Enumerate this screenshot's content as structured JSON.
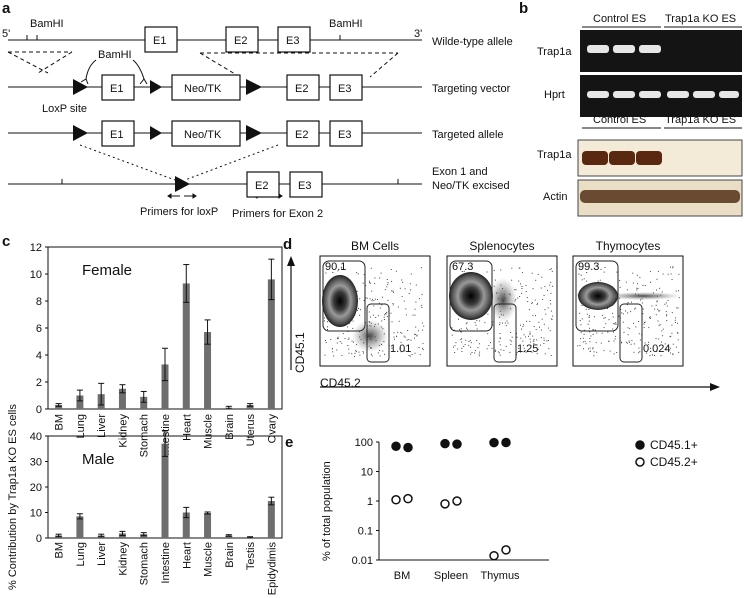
{
  "panel_labels": [
    "a",
    "b",
    "c",
    "d",
    "e"
  ],
  "a": {
    "five_prime": "5'",
    "three_prime": "3'",
    "bamhi": "BamHI",
    "loxp_site": "LoxP site",
    "e1": "E1",
    "e2": "E2",
    "e3": "E3",
    "neo_tk": "Neo/TK",
    "rows": [
      "Wilde-type allele",
      "Targeting vector",
      "Targeted allele",
      "Exon 1 and",
      "Neo/TK excised"
    ],
    "primers_loxp": "Primers for loxP",
    "primers_exon2": "Primers for Exon 2"
  },
  "b": {
    "control_es": "Control ES",
    "trap1a_ko_es": "Trap1a KO ES",
    "trap1a_ko_es_2": "Trap1a  KO ES",
    "bands": [
      "Trap1a",
      "Hprt",
      "Trap1a",
      "Actin"
    ],
    "colors": {
      "rt_bg": "#141414",
      "rt_band": "#e6e6e6",
      "wb_bg": "#f4ead8",
      "trap1a_band": "#5a2810",
      "actin_band": "#6a4a30"
    }
  },
  "chart_data": [
    {
      "type": "bar",
      "title": "Female",
      "categories": [
        "BM",
        "Lung",
        "Liver",
        "Kidney",
        "Stomach",
        "Intestine",
        "Heart",
        "Muscle",
        "Brain",
        "Uterus",
        "Ovary"
      ],
      "values": [
        0.3,
        1.0,
        1.1,
        1.5,
        0.9,
        3.3,
        9.3,
        5.7,
        0.1,
        0.3,
        9.6
      ],
      "errors": [
        0.1,
        0.4,
        0.8,
        0.3,
        0.4,
        1.2,
        1.4,
        0.9,
        0.1,
        0.1,
        1.5
      ],
      "ylim": [
        0,
        12
      ],
      "yticks": [
        "0",
        "2",
        "4",
        "6",
        "8",
        "10",
        "12"
      ]
    },
    {
      "type": "bar",
      "title": "Male",
      "categories": [
        "BM",
        "Lung",
        "Liver",
        "Kidney",
        "Stomach",
        "Intestine",
        "Heart",
        "Muscle",
        "Brain",
        "Testis",
        "Epidydimis"
      ],
      "values": [
        1.0,
        8.5,
        1.0,
        1.8,
        1.5,
        37,
        10,
        9.8,
        1.0,
        0.3,
        14.5
      ],
      "errors": [
        0.5,
        1.0,
        0.5,
        0.8,
        0.6,
        5.0,
        2.0,
        0.4,
        0.3,
        0.2,
        1.5
      ],
      "ylim": [
        0,
        40
      ],
      "yticks": [
        "0",
        "10",
        "20",
        "30",
        "40"
      ],
      "ylabel": "% Contribution by Trap1a KO ES cells"
    },
    {
      "type": "scatter",
      "categories": [
        "BM",
        "Spleen",
        "Thymus"
      ],
      "series": [
        {
          "name": "CD45.1+",
          "values": [
            [
              72,
              65
            ],
            [
              88,
              85
            ],
            [
              95,
              96
            ]
          ]
        },
        {
          "name": "CD45.2+",
          "values": [
            [
              1.1,
              1.2
            ],
            [
              0.8,
              1.0
            ],
            [
              0.014,
              0.022
            ]
          ]
        }
      ],
      "yscale": "log",
      "ylim": [
        0.01,
        100
      ],
      "yticks": [
        "100",
        "10",
        "1",
        "0.1",
        "0.01"
      ],
      "ylabel": "% of total population"
    }
  ],
  "d": {
    "plots": [
      {
        "title": "BM Cells",
        "upper": "90.1",
        "lower": "1.01"
      },
      {
        "title": "Splenocytes",
        "upper": "67.3",
        "lower": "1.25"
      },
      {
        "title": "Thymocytes",
        "upper": "99.3",
        "lower": "0.024"
      }
    ],
    "ylabel": "CD45.1",
    "xlabel": "CD45.2"
  },
  "colors": {
    "bar": "#6e6e6e",
    "text": "#111111"
  }
}
